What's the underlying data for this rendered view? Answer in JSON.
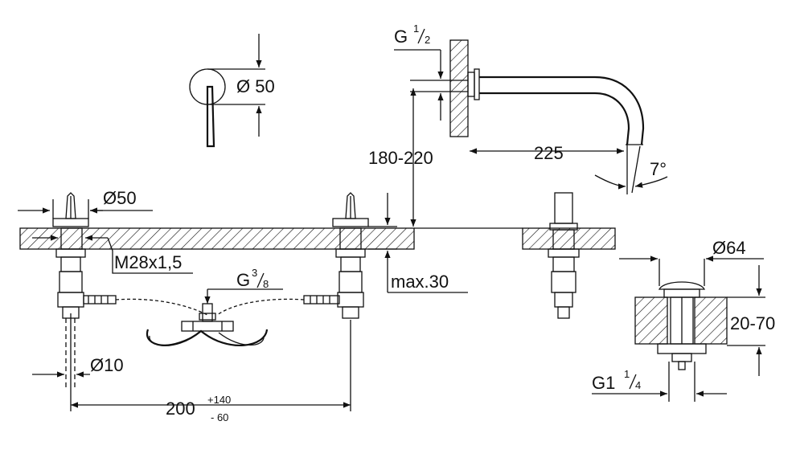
{
  "labels": {
    "rosette_diameter": "Ø 50",
    "spout_thread": "G",
    "spout_thread_num": "1",
    "spout_thread_den": "2",
    "spout_height": "180-220",
    "spout_reach": "225",
    "spout_angle": "7°",
    "handle_diameter": "Ø50",
    "thread": "M28x1,5",
    "hose_thread": "G",
    "hose_thread_num": "3",
    "hose_thread_den": "8",
    "max_thickness": "max.30",
    "pipe_diameter": "Ø10",
    "spacing_base": "200",
    "spacing_plus": "+140",
    "spacing_minus": "- 60",
    "drain_diameter": "Ø64",
    "drain_range": "20-70",
    "drain_thread": "G1",
    "drain_thread_num": "1",
    "drain_thread_den": "4"
  }
}
